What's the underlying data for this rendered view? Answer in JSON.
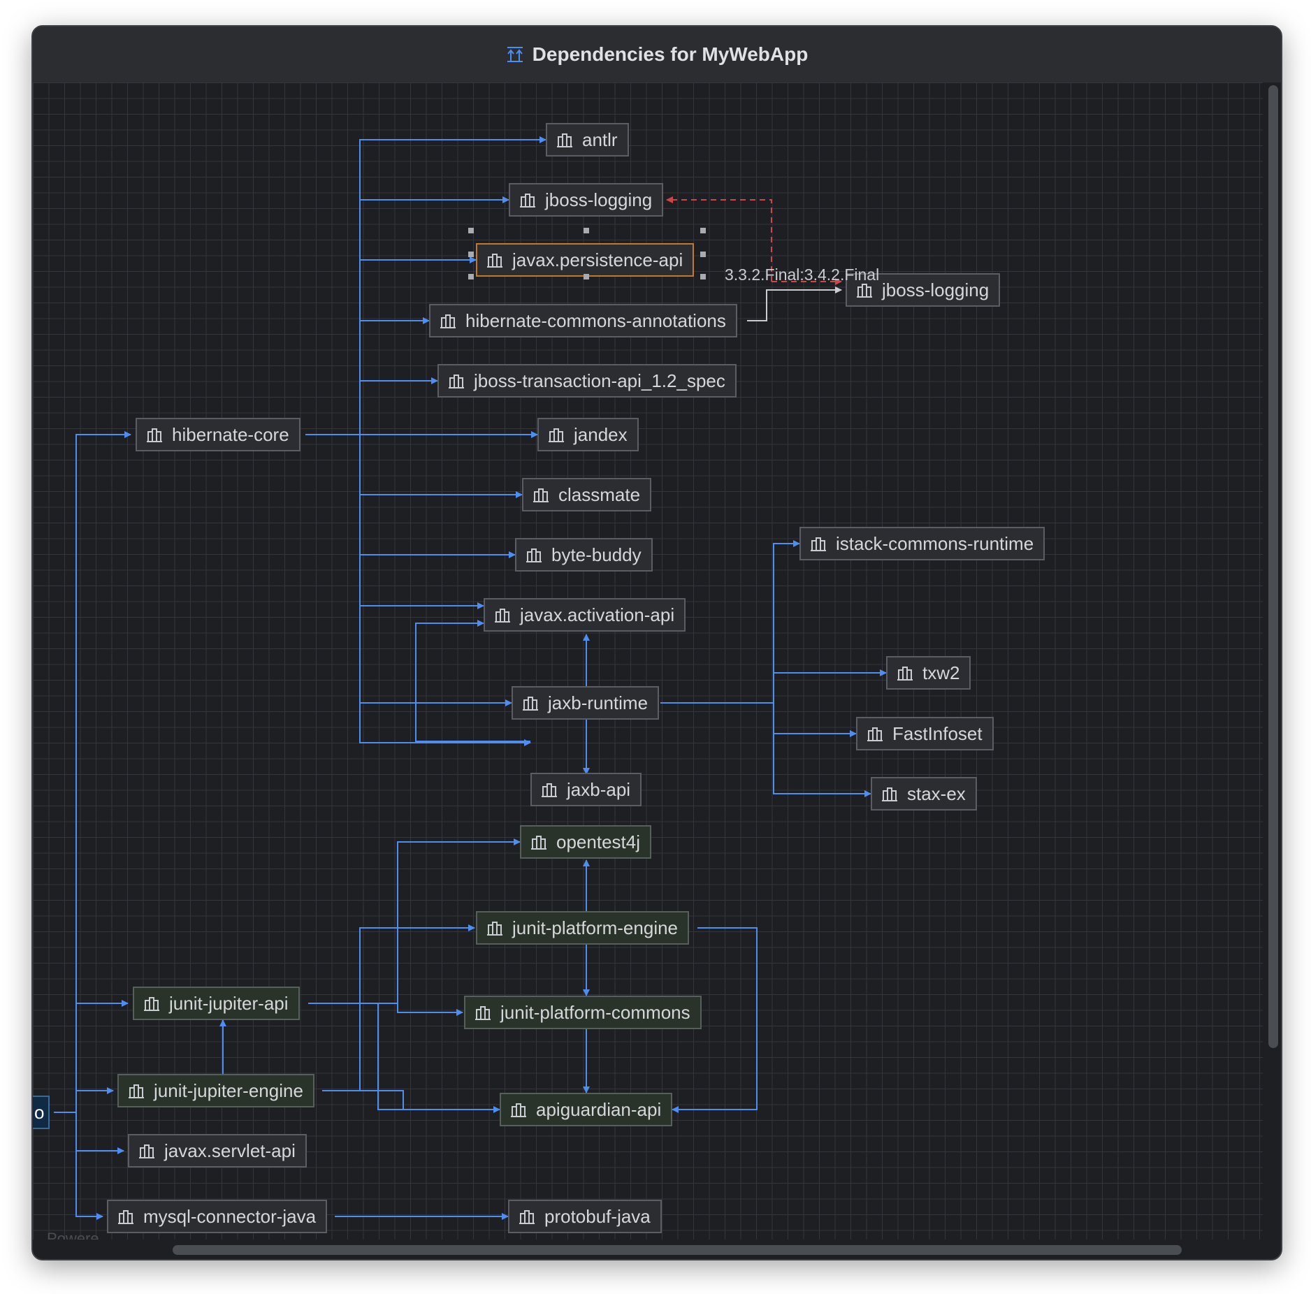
{
  "window": {
    "title": "Dependencies for MyWebApp"
  },
  "root_label": "o",
  "watermark": "Powere",
  "conflict_label": "3.3.2.Final:3.4.2.Final",
  "nodes": {
    "antlr": "antlr",
    "jboss_logging": "jboss-logging",
    "javax_persistence_api": "javax.persistence-api",
    "jboss_logging_conflict": "jboss-logging",
    "hibernate_commons_annotations": "hibernate-commons-annotations",
    "jboss_transaction_api": "jboss-transaction-api_1.2_spec",
    "hibernate_core": "hibernate-core",
    "jandex": "jandex",
    "classmate": "classmate",
    "byte_buddy": "byte-buddy",
    "istack_commons_runtime": "istack-commons-runtime",
    "javax_activation_api": "javax.activation-api",
    "txw2": "txw2",
    "jaxb_runtime": "jaxb-runtime",
    "fastinfoset": "FastInfoset",
    "jaxb_api": "jaxb-api",
    "stax_ex": "stax-ex",
    "opentest4j": "opentest4j",
    "junit_platform_engine": "junit-platform-engine",
    "junit_jupiter_api": "junit-jupiter-api",
    "junit_platform_commons": "junit-platform-commons",
    "junit_jupiter_engine": "junit-jupiter-engine",
    "apiguardian_api": "apiguardian-api",
    "javax_servlet_api": "javax.servlet-api",
    "mysql_connector_java": "mysql-connector-java",
    "protobuf_java": "protobuf-java"
  },
  "colors": {
    "edge": "#4d8ef0",
    "conflict_edge": "#d04545",
    "selection": "#c4782c",
    "module_icon": "#c9ccd1"
  },
  "icons": {
    "title": "dependency-diagram-icon",
    "node": "module-library-icon"
  }
}
